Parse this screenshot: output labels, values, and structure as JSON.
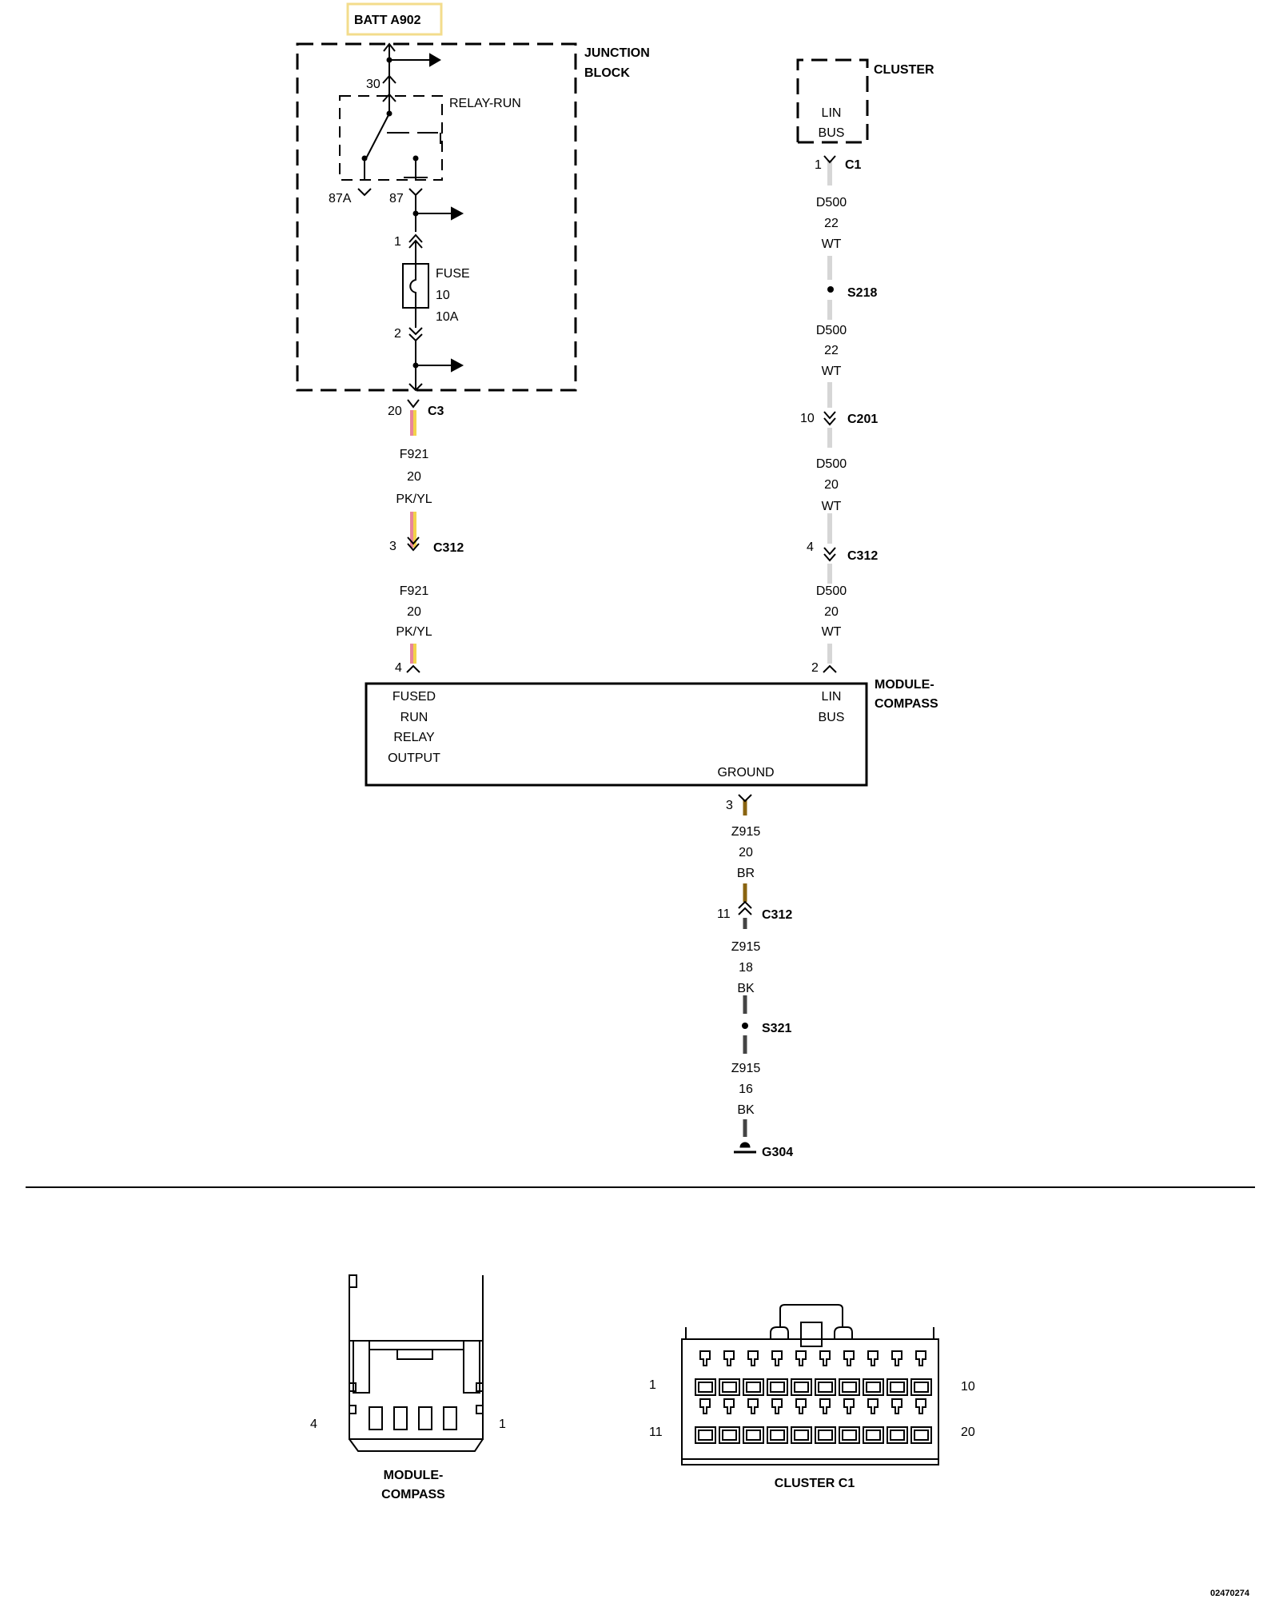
{
  "batt_label": "BATT A902",
  "junction_block": {
    "label_line1": "JUNCTION",
    "label_line2": "BLOCK"
  },
  "relay": {
    "label": "RELAY-RUN",
    "pin_30": "30",
    "pin_87a": "87A",
    "pin_87": "87"
  },
  "fuse": {
    "label": "FUSE",
    "number": "10",
    "rating": "10A",
    "pin_in": "1",
    "pin_out": "2"
  },
  "cluster": {
    "label": "CLUSTER",
    "lin_line1": "LIN",
    "lin_line2": "BUS"
  },
  "connectors": {
    "c3": {
      "pin": "20",
      "name": "C3"
    },
    "c312_left": {
      "pin": "3",
      "name": "C312"
    },
    "module_left_pin": "4",
    "c1": {
      "pin": "1",
      "name": "C1"
    },
    "s218": "S218",
    "c201": {
      "pin": "10",
      "name": "C201"
    },
    "c312_right": {
      "pin": "4",
      "name": "C312"
    },
    "module_right_pin": "2",
    "module_ground_pin": "3",
    "c312_ground": {
      "pin": "11",
      "name": "C312"
    },
    "s321": "S321",
    "g304": "G304"
  },
  "wires": {
    "f921_a": {
      "circuit": "F921",
      "gauge": "20",
      "color": "PK/YL"
    },
    "f921_b": {
      "circuit": "F921",
      "gauge": "20",
      "color": "PK/YL"
    },
    "d500_a": {
      "circuit": "D500",
      "gauge": "22",
      "color": "WT"
    },
    "d500_b": {
      "circuit": "D500",
      "gauge": "22",
      "color": "WT"
    },
    "d500_c": {
      "circuit": "D500",
      "gauge": "20",
      "color": "WT"
    },
    "d500_d": {
      "circuit": "D500",
      "gauge": "20",
      "color": "WT"
    },
    "z915_a": {
      "circuit": "Z915",
      "gauge": "20",
      "color": "BR"
    },
    "z915_b": {
      "circuit": "Z915",
      "gauge": "18",
      "color": "BK"
    },
    "z915_c": {
      "circuit": "Z915",
      "gauge": "16",
      "color": "BK"
    }
  },
  "module_compass": {
    "label_line1": "MODULE-",
    "label_line2": "COMPASS",
    "fused_line1": "FUSED",
    "fused_line2": "RUN",
    "fused_line3": "RELAY",
    "fused_line4": "OUTPUT",
    "lin_line1": "LIN",
    "lin_line2": "BUS",
    "ground": "GROUND"
  },
  "connector_views": {
    "compass": {
      "pin_left": "4",
      "pin_right": "1",
      "label_line1": "MODULE-",
      "label_line2": "COMPASS"
    },
    "cluster": {
      "pin_top_left": "1",
      "pin_top_right": "10",
      "pin_bottom_left": "11",
      "pin_bottom_right": "20",
      "label": "CLUSTER C1"
    }
  },
  "figure_id": "02470274",
  "colors": {
    "pink": "#e8869a",
    "yellow": "#f2d34a",
    "white_wire": "#d6d6d6",
    "brown": "#8a6410",
    "black_wire": "#444444",
    "batt_box": "#f3dc8c"
  }
}
